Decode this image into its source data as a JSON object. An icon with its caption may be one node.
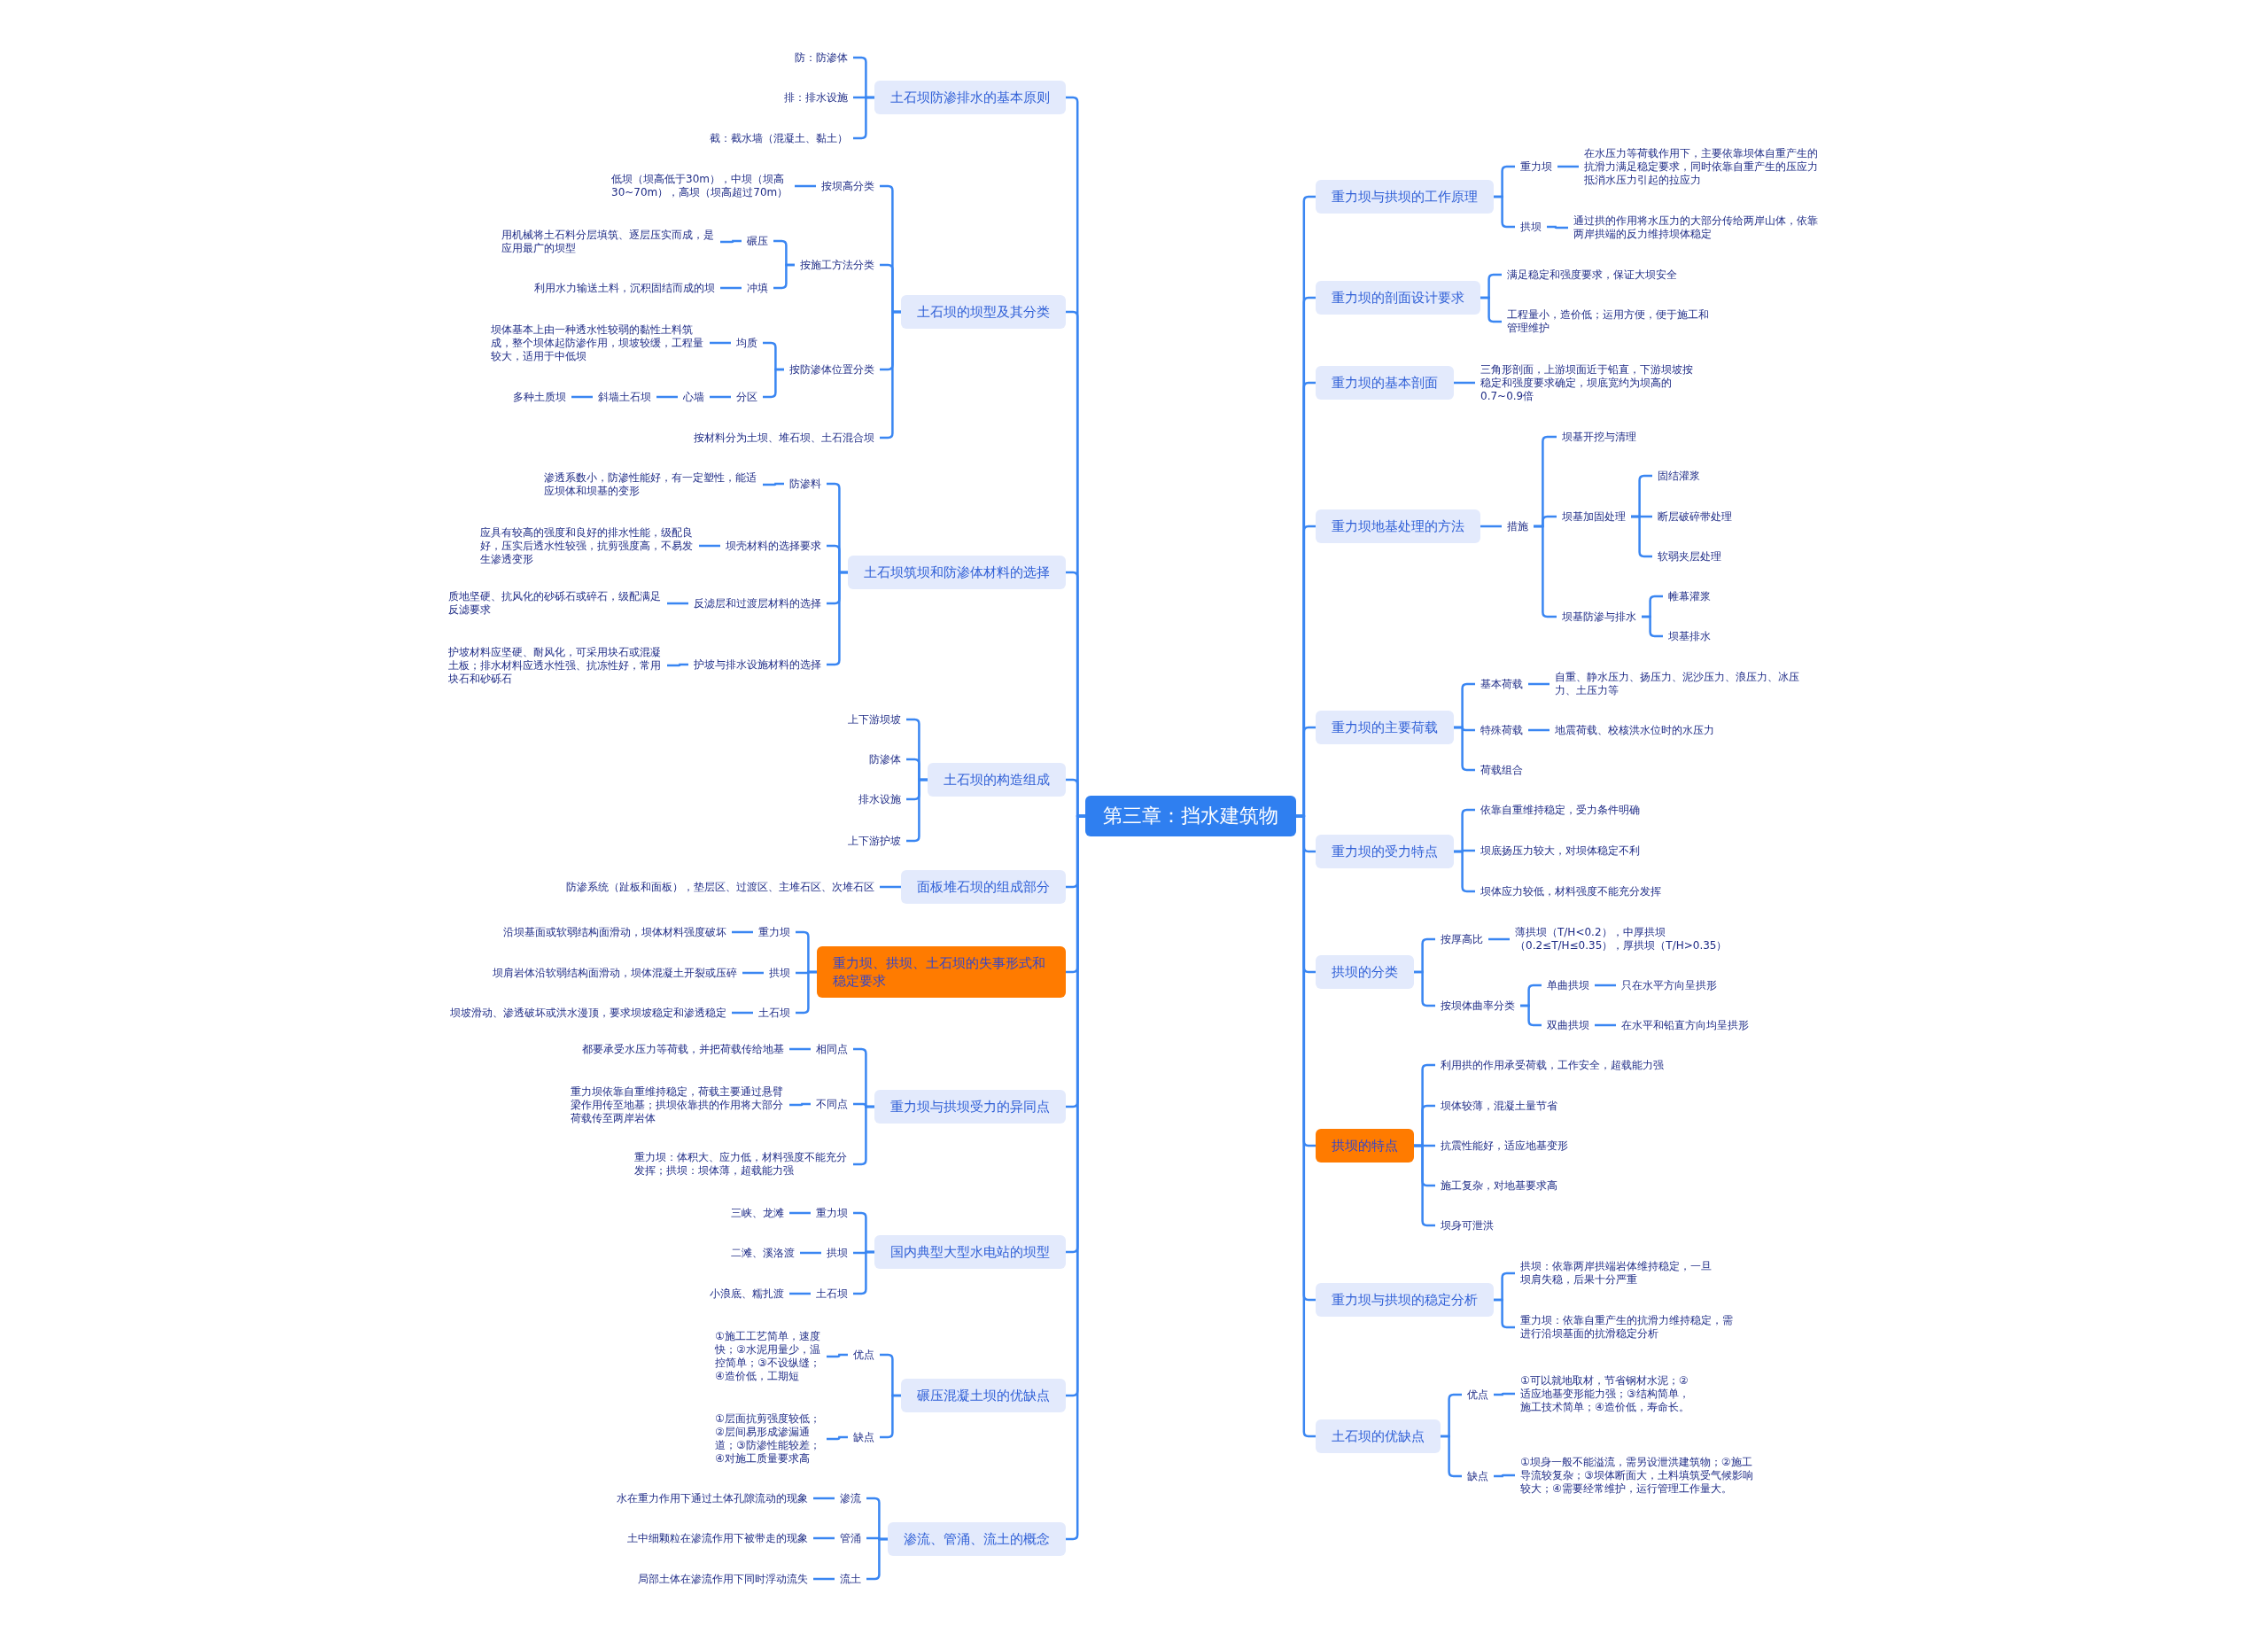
{
  "diagram": {
    "nodes": [
      {
        "text": [
          "第三章：挡水建筑物"
        ]
      },
      {
        "text": [
          "土石坝防渗排水的基本原则"
        ]
      },
      {
        "text": [
          "防：防渗体"
        ]
      },
      {
        "text": [
          "排：排水设施"
        ]
      },
      {
        "text": [
          "截：截水墙（混凝土、黏土）"
        ]
      },
      {
        "text": [
          "土石坝的坝型及其分类"
        ]
      },
      {
        "text": [
          "按坝高分类"
        ]
      },
      {
        "text": [
          "低坝（坝高低于30m），中坝（坝高30~70m），高坝（坝高超过70m）"
        ]
      },
      {
        "text": [
          "按施工方法分类"
        ]
      },
      {
        "text": [
          "碾压"
        ]
      },
      {
        "text": [
          "用机械将土石料分层填筑、逐层压实而成，是应用最广的坝型"
        ]
      },
      {
        "text": [
          "冲填"
        ]
      },
      {
        "text": [
          "利用水力输送土料，沉积固结而成的坝"
        ]
      },
      {
        "text": [
          "按防渗体位置分类"
        ]
      },
      {
        "text": [
          "均质"
        ]
      },
      {
        "text": [
          "坝体基本上由一种透水性较弱的黏性土料筑成，整个坝体起防渗作用，坝坡较缓，工程量较大，适用于中低坝"
        ]
      },
      {
        "text": [
          "分区"
        ]
      },
      {
        "text": [
          "心墙"
        ]
      },
      {
        "text": [
          "斜墙土石坝"
        ]
      },
      {
        "text": [
          "多种土质坝"
        ]
      },
      {
        "text": [
          "按材料分为土坝、堆石坝、土石混合坝"
        ]
      },
      {
        "text": [
          "土石坝筑坝和防渗体材料的选择"
        ]
      },
      {
        "text": [
          "防渗料"
        ]
      },
      {
        "text": [
          "渗透系数小，防渗性能好，有一定塑性，能适应坝体和坝基的变形"
        ]
      },
      {
        "text": [
          "坝壳材料的选择要求"
        ]
      },
      {
        "text": [
          "应具有较高的强度和良好的排水性能，级配良好，压实后透水性较强，抗剪强度高，不易发生渗透变形"
        ]
      },
      {
        "text": [
          "反滤层和过渡层材料的选择"
        ]
      },
      {
        "text": [
          "质地坚硬、抗风化的砂砾石或碎石，级配满足反滤要求"
        ]
      },
      {
        "text": [
          "护坡与排水设施材料的选择"
        ]
      },
      {
        "text": [
          "护坡材料应坚硬、耐风化，可采用块石或混凝土板；排水材料应透水性强、抗冻性好，常用块石和砂砾石"
        ]
      },
      {
        "text": [
          "土石坝的构造组成"
        ]
      },
      {
        "text": [
          "上下游坝坡"
        ]
      },
      {
        "text": [
          "防渗体"
        ]
      },
      {
        "text": [
          "排水设施"
        ]
      },
      {
        "text": [
          "上下游护坡"
        ]
      },
      {
        "text": [
          "面板堆石坝的组成部分"
        ]
      },
      {
        "text": [
          "防渗系统（趾板和面板），垫层区、过渡区、主堆石区、次堆石区"
        ]
      },
      {
        "text": [
          "重力坝、拱坝、土石坝的失事形式和稳定要求"
        ]
      },
      {
        "text": [
          "重力坝"
        ]
      },
      {
        "text": [
          "沿坝基面或软弱结构面滑动，坝体材料强度破坏"
        ]
      },
      {
        "text": [
          "拱坝"
        ]
      },
      {
        "text": [
          "坝肩岩体沿软弱结构面滑动，坝体混凝土开裂或压碎"
        ]
      },
      {
        "text": [
          "土石坝"
        ]
      },
      {
        "text": [
          "坝坡滑动、渗透破坏或洪水漫顶，要求坝坡稳定和渗透稳定"
        ]
      },
      {
        "text": [
          "重力坝与拱坝受力的异同点"
        ]
      },
      {
        "text": [
          "相同点"
        ]
      },
      {
        "text": [
          "都要承受水压力等荷载，并把荷载传给地基"
        ]
      },
      {
        "text": [
          "不同点"
        ]
      },
      {
        "text": [
          "重力坝依靠自重维持稳定，荷载主要通过悬臂梁作用传至地基；拱坝依靠拱的作用将大部分荷载传至两岸岩体"
        ]
      },
      {
        "text": [
          "重力坝：体积大、应力低，材料强度不能充分发挥；拱坝：坝体薄，超载能力强"
        ]
      },
      {
        "text": [
          "国内典型大型水电站的坝型"
        ]
      },
      {
        "text": [
          "重力坝"
        ]
      },
      {
        "text": [
          "三峡、龙滩"
        ]
      },
      {
        "text": [
          "拱坝"
        ]
      },
      {
        "text": [
          "二滩、溪洛渡"
        ]
      },
      {
        "text": [
          "土石坝"
        ]
      },
      {
        "text": [
          "小浪底、糯扎渡"
        ]
      },
      {
        "text": [
          "碾压混凝土坝的优缺点"
        ]
      },
      {
        "text": [
          "优点"
        ]
      },
      {
        "text": [
          "①施工工艺简单，速度快；②水泥用量少，温控简单；③不设纵缝；④造价低，工期短"
        ]
      },
      {
        "text": [
          "缺点"
        ]
      },
      {
        "text": [
          "①层面抗剪强度较低；②层间易形成渗漏通道；③防渗性能较差；④对施工质量要求高"
        ]
      },
      {
        "text": [
          "渗流、管涌、流土的概念"
        ]
      },
      {
        "text": [
          "渗流"
        ]
      },
      {
        "text": [
          "水在重力作用下通过土体孔隙流动的现象"
        ]
      },
      {
        "text": [
          "管涌"
        ]
      },
      {
        "text": [
          "土中细颗粒在渗流作用下被带走的现象"
        ]
      },
      {
        "text": [
          "流土"
        ]
      },
      {
        "text": [
          "局部土体在渗流作用下同时浮动流失"
        ]
      },
      {
        "text": [
          "重力坝与拱坝的工作原理"
        ]
      },
      {
        "text": [
          "重力坝"
        ]
      },
      {
        "text": [
          "在水压力等荷载作用下，主要依靠坝体自重产生的抗滑力满足稳定要求，同时依靠自重产生的压应力抵消水压力引起的拉应力"
        ]
      },
      {
        "text": [
          "拱坝"
        ]
      },
      {
        "text": [
          "通过拱的作用将水压力的大部分传给两岸山体，依靠两岸拱端的反力维持坝体稳定"
        ]
      },
      {
        "text": [
          "重力坝的剖面设计要求"
        ]
      },
      {
        "text": [
          "满足稳定和强度要求，保证大坝安全"
        ]
      },
      {
        "text": [
          "工程量小，造价低；运用方便，便于施工和管理维护"
        ]
      },
      {
        "text": [
          "重力坝的基本剖面"
        ]
      },
      {
        "text": [
          "三角形剖面，上游坝面近于铅直，下游坝坡按稳定和强度要求确定，坝底宽约为坝高的0.7~0.9倍"
        ]
      },
      {
        "text": [
          "重力坝地基处理的方法"
        ]
      },
      {
        "text": [
          "措施"
        ]
      },
      {
        "text": [
          "坝基开挖与清理"
        ]
      },
      {
        "text": [
          "坝基加固处理"
        ]
      },
      {
        "text": [
          "固结灌浆"
        ]
      },
      {
        "text": [
          "断层破碎带处理"
        ]
      },
      {
        "text": [
          "软弱夹层处理"
        ]
      },
      {
        "text": [
          "坝基防渗与排水"
        ]
      },
      {
        "text": [
          "帷幕灌浆"
        ]
      },
      {
        "text": [
          "坝基排水"
        ]
      },
      {
        "text": [
          "重力坝的主要荷载"
        ]
      },
      {
        "text": [
          "基本荷载"
        ]
      },
      {
        "text": [
          "自重、静水压力、扬压力、泥沙压力、浪压力、冰压力、土压力等"
        ]
      },
      {
        "text": [
          "特殊荷载"
        ]
      },
      {
        "text": [
          "地震荷载、校核洪水位时的水压力"
        ]
      },
      {
        "text": [
          "荷载组合"
        ]
      },
      {
        "text": [
          "重力坝的受力特点"
        ]
      },
      {
        "text": [
          "依靠自重维持稳定，受力条件明确"
        ]
      },
      {
        "text": [
          "坝底扬压力较大，对坝体稳定不利"
        ]
      },
      {
        "text": [
          "坝体应力较低，材料强度不能充分发挥"
        ]
      },
      {
        "text": [
          "拱坝的分类"
        ]
      },
      {
        "text": [
          "按厚高比"
        ]
      },
      {
        "text": [
          "薄拱坝（T/H<0.2），中厚拱坝（0.2≤T/H≤0.35），厚拱坝（T/H>0.35）"
        ]
      },
      {
        "text": [
          "按坝体曲率分类"
        ]
      },
      {
        "text": [
          "单曲拱坝"
        ]
      },
      {
        "text": [
          "只在水平方向呈拱形"
        ]
      },
      {
        "text": [
          "双曲拱坝"
        ]
      },
      {
        "text": [
          "在水平和铅直方向均呈拱形"
        ]
      },
      {
        "text": [
          "拱坝的特点"
        ]
      },
      {
        "text": [
          "利用拱的作用承受荷载，工作安全，超载能力强"
        ]
      },
      {
        "text": [
          "坝体较薄，混凝土量节省"
        ]
      },
      {
        "text": [
          "抗震性能好，适应地基变形"
        ]
      },
      {
        "text": [
          "施工复杂，对地基要求高"
        ]
      },
      {
        "text": [
          "坝身可泄洪"
        ]
      },
      {
        "text": [
          "重力坝与拱坝的稳定分析"
        ]
      },
      {
        "text": [
          "拱坝：依靠两岸拱端岩体维持稳定，一旦坝肩失稳，后果十分严重"
        ]
      },
      {
        "text": [
          "重力坝：依靠自重产生的抗滑力维持稳定，需进行沿坝基面的抗滑稳定分析"
        ]
      },
      {
        "text": [
          "土石坝的优缺点"
        ]
      },
      {
        "text": [
          "优点"
        ]
      },
      {
        "text": [
          "①可以就地取材，节省钢材水泥；②适应地基变形能力强；③结构简单，施工技术简单；④造价低，寿命长。"
        ]
      },
      {
        "text": [
          "缺点"
        ]
      },
      {
        "text": [
          "①坝身一般不能溢流，需另设泄洪建筑物；②施工导流较复杂；③坝体断面大，土料填筑受气候影响较大；④需要经常维护，运行管理工作量大。"
        ]
      }
    ],
    "edges": [
      {
        "from": 0,
        "to": 1,
        "arrow": "none"
      },
      {
        "from": 1,
        "to": 2,
        "arrow": "none"
      },
      {
        "from": 1,
        "to": 3,
        "arrow": "none"
      },
      {
        "from": 1,
        "to": 4,
        "arrow": "none"
      },
      {
        "from": 0,
        "to": 5,
        "arrow": "none"
      },
      {
        "from": 5,
        "to": 6,
        "arrow": "none"
      },
      {
        "from": 6,
        "to": 7,
        "arrow": "none"
      },
      {
        "from": 5,
        "to": 8,
        "arrow": "none"
      },
      {
        "from": 8,
        "to": 9,
        "arrow": "none"
      },
      {
        "from": 9,
        "to": 10,
        "arrow": "none"
      },
      {
        "from": 8,
        "to": 11,
        "arrow": "none"
      },
      {
        "from": 11,
        "to": 12,
        "arrow": "none"
      },
      {
        "from": 5,
        "to": 13,
        "arrow": "none"
      },
      {
        "from": 13,
        "to": 14,
        "arrow": "none"
      },
      {
        "from": 14,
        "to": 15,
        "arrow": "none"
      },
      {
        "from": 13,
        "to": 16,
        "arrow": "none"
      },
      {
        "from": 16,
        "to": 17,
        "arrow": "none"
      },
      {
        "from": 17,
        "to": 18,
        "arrow": "none"
      },
      {
        "from": 18,
        "to": 19,
        "arrow": "none"
      },
      {
        "from": 5,
        "to": 20,
        "arrow": "none"
      },
      {
        "from": 0,
        "to": 21,
        "arrow": "none"
      },
      {
        "from": 21,
        "to": 22,
        "arrow": "none"
      },
      {
        "from": 22,
        "to": 23,
        "arrow": "none"
      },
      {
        "from": 21,
        "to": 24,
        "arrow": "none"
      },
      {
        "from": 24,
        "to": 25,
        "arrow": "none"
      },
      {
        "from": 21,
        "to": 26,
        "arrow": "none"
      },
      {
        "from": 26,
        "to": 27,
        "arrow": "none"
      },
      {
        "from": 21,
        "to": 28,
        "arrow": "none"
      },
      {
        "from": 28,
        "to": 29,
        "arrow": "none"
      },
      {
        "from": 0,
        "to": 30,
        "arrow": "none"
      },
      {
        "from": 30,
        "to": 31,
        "arrow": "none"
      },
      {
        "from": 30,
        "to": 32,
        "arrow": "none"
      },
      {
        "from": 30,
        "to": 33,
        "arrow": "none"
      },
      {
        "from": 30,
        "to": 34,
        "arrow": "none"
      },
      {
        "from": 0,
        "to": 35,
        "arrow": "none"
      },
      {
        "from": 35,
        "to": 36,
        "arrow": "none"
      },
      {
        "from": 0,
        "to": 37,
        "arrow": "none"
      },
      {
        "from": 37,
        "to": 38,
        "arrow": "none"
      },
      {
        "from": 38,
        "to": 39,
        "arrow": "none"
      },
      {
        "from": 37,
        "to": 40,
        "arrow": "none"
      },
      {
        "from": 40,
        "to": 41,
        "arrow": "none"
      },
      {
        "from": 37,
        "to": 42,
        "arrow": "none"
      },
      {
        "from": 42,
        "to": 43,
        "arrow": "none"
      },
      {
        "from": 0,
        "to": 44,
        "arrow": "none"
      },
      {
        "from": 44,
        "to": 45,
        "arrow": "none"
      },
      {
        "from": 45,
        "to": 46,
        "arrow": "none"
      },
      {
        "from": 44,
        "to": 47,
        "arrow": "none"
      },
      {
        "from": 47,
        "to": 48,
        "arrow": "none"
      },
      {
        "from": 44,
        "to": 49,
        "arrow": "none"
      },
      {
        "from": 0,
        "to": 50,
        "arrow": "none"
      },
      {
        "from": 50,
        "to": 51,
        "arrow": "none"
      },
      {
        "from": 51,
        "to": 52,
        "arrow": "none"
      },
      {
        "from": 50,
        "to": 53,
        "arrow": "none"
      },
      {
        "from": 53,
        "to": 54,
        "arrow": "none"
      },
      {
        "from": 50,
        "to": 55,
        "arrow": "none"
      },
      {
        "from": 55,
        "to": 56,
        "arrow": "none"
      },
      {
        "from": 0,
        "to": 57,
        "arrow": "none"
      },
      {
        "from": 57,
        "to": 58,
        "arrow": "none"
      },
      {
        "from": 58,
        "to": 59,
        "arrow": "none"
      },
      {
        "from": 57,
        "to": 60,
        "arrow": "none"
      },
      {
        "from": 60,
        "to": 61,
        "arrow": "none"
      },
      {
        "from": 0,
        "to": 62,
        "arrow": "none"
      },
      {
        "from": 62,
        "to": 63,
        "arrow": "none"
      },
      {
        "from": 63,
        "to": 64,
        "arrow": "none"
      },
      {
        "from": 62,
        "to": 65,
        "arrow": "none"
      },
      {
        "from": 65,
        "to": 66,
        "arrow": "none"
      },
      {
        "from": 62,
        "to": 67,
        "arrow": "none"
      },
      {
        "from": 67,
        "to": 68,
        "arrow": "none"
      },
      {
        "from": 0,
        "to": 69,
        "arrow": "none"
      },
      {
        "from": 69,
        "to": 70,
        "arrow": "none"
      },
      {
        "from": 70,
        "to": 71,
        "arrow": "none"
      },
      {
        "from": 69,
        "to": 72,
        "arrow": "none"
      },
      {
        "from": 72,
        "to": 73,
        "arrow": "none"
      },
      {
        "from": 0,
        "to": 74,
        "arrow": "none"
      },
      {
        "from": 74,
        "to": 75,
        "arrow": "none"
      },
      {
        "from": 74,
        "to": 76,
        "arrow": "none"
      },
      {
        "from": 0,
        "to": 77,
        "arrow": "none"
      },
      {
        "from": 77,
        "to": 78,
        "arrow": "none"
      },
      {
        "from": 0,
        "to": 79,
        "arrow": "none"
      },
      {
        "from": 79,
        "to": 80,
        "arrow": "none"
      },
      {
        "from": 80,
        "to": 81,
        "arrow": "none"
      },
      {
        "from": 80,
        "to": 82,
        "arrow": "none"
      },
      {
        "from": 82,
        "to": 83,
        "arrow": "none"
      },
      {
        "from": 82,
        "to": 84,
        "arrow": "none"
      },
      {
        "from": 82,
        "to": 85,
        "arrow": "none"
      },
      {
        "from": 80,
        "to": 86,
        "arrow": "none"
      },
      {
        "from": 86,
        "to": 87,
        "arrow": "none"
      },
      {
        "from": 86,
        "to": 88,
        "arrow": "none"
      },
      {
        "from": 0,
        "to": 89,
        "arrow": "none"
      },
      {
        "from": 89,
        "to": 90,
        "arrow": "none"
      },
      {
        "from": 90,
        "to": 91,
        "arrow": "none"
      },
      {
        "from": 89,
        "to": 92,
        "arrow": "none"
      },
      {
        "from": 92,
        "to": 93,
        "arrow": "none"
      },
      {
        "from": 89,
        "to": 94,
        "arrow": "none"
      },
      {
        "from": 0,
        "to": 95,
        "arrow": "none"
      },
      {
        "from": 95,
        "to": 96,
        "arrow": "none"
      },
      {
        "from": 95,
        "to": 97,
        "arrow": "none"
      },
      {
        "from": 95,
        "to": 98,
        "arrow": "none"
      },
      {
        "from": 0,
        "to": 99,
        "arrow": "none"
      },
      {
        "from": 99,
        "to": 100,
        "arrow": "none"
      },
      {
        "from": 100,
        "to": 101,
        "arrow": "none"
      },
      {
        "from": 99,
        "to": 102,
        "arrow": "none"
      },
      {
        "from": 102,
        "to": 103,
        "arrow": "none"
      },
      {
        "from": 103,
        "to": 104,
        "arrow": "none"
      },
      {
        "from": 102,
        "to": 105,
        "arrow": "none"
      },
      {
        "from": 105,
        "to": 106,
        "arrow": "none"
      },
      {
        "from": 0,
        "to": 107,
        "arrow": "none"
      },
      {
        "from": 107,
        "to": 108,
        "arrow": "none"
      },
      {
        "from": 107,
        "to": 109,
        "arrow": "none"
      },
      {
        "from": 107,
        "to": 110,
        "arrow": "none"
      },
      {
        "from": 107,
        "to": 111,
        "arrow": "none"
      },
      {
        "from": 107,
        "to": 112,
        "arrow": "none"
      },
      {
        "from": 0,
        "to": 113,
        "arrow": "none"
      },
      {
        "from": 113,
        "to": 114,
        "arrow": "none"
      },
      {
        "from": 113,
        "to": 115,
        "arrow": "none"
      },
      {
        "from": 0,
        "to": 116,
        "arrow": "none"
      },
      {
        "from": 116,
        "to": 117,
        "arrow": "none"
      },
      {
        "from": 117,
        "to": 118,
        "arrow": "none"
      },
      {
        "from": 116,
        "to": 119,
        "arrow": "none"
      },
      {
        "from": 119,
        "to": 120,
        "arrow": "none"
      }
    ]
  }
}
